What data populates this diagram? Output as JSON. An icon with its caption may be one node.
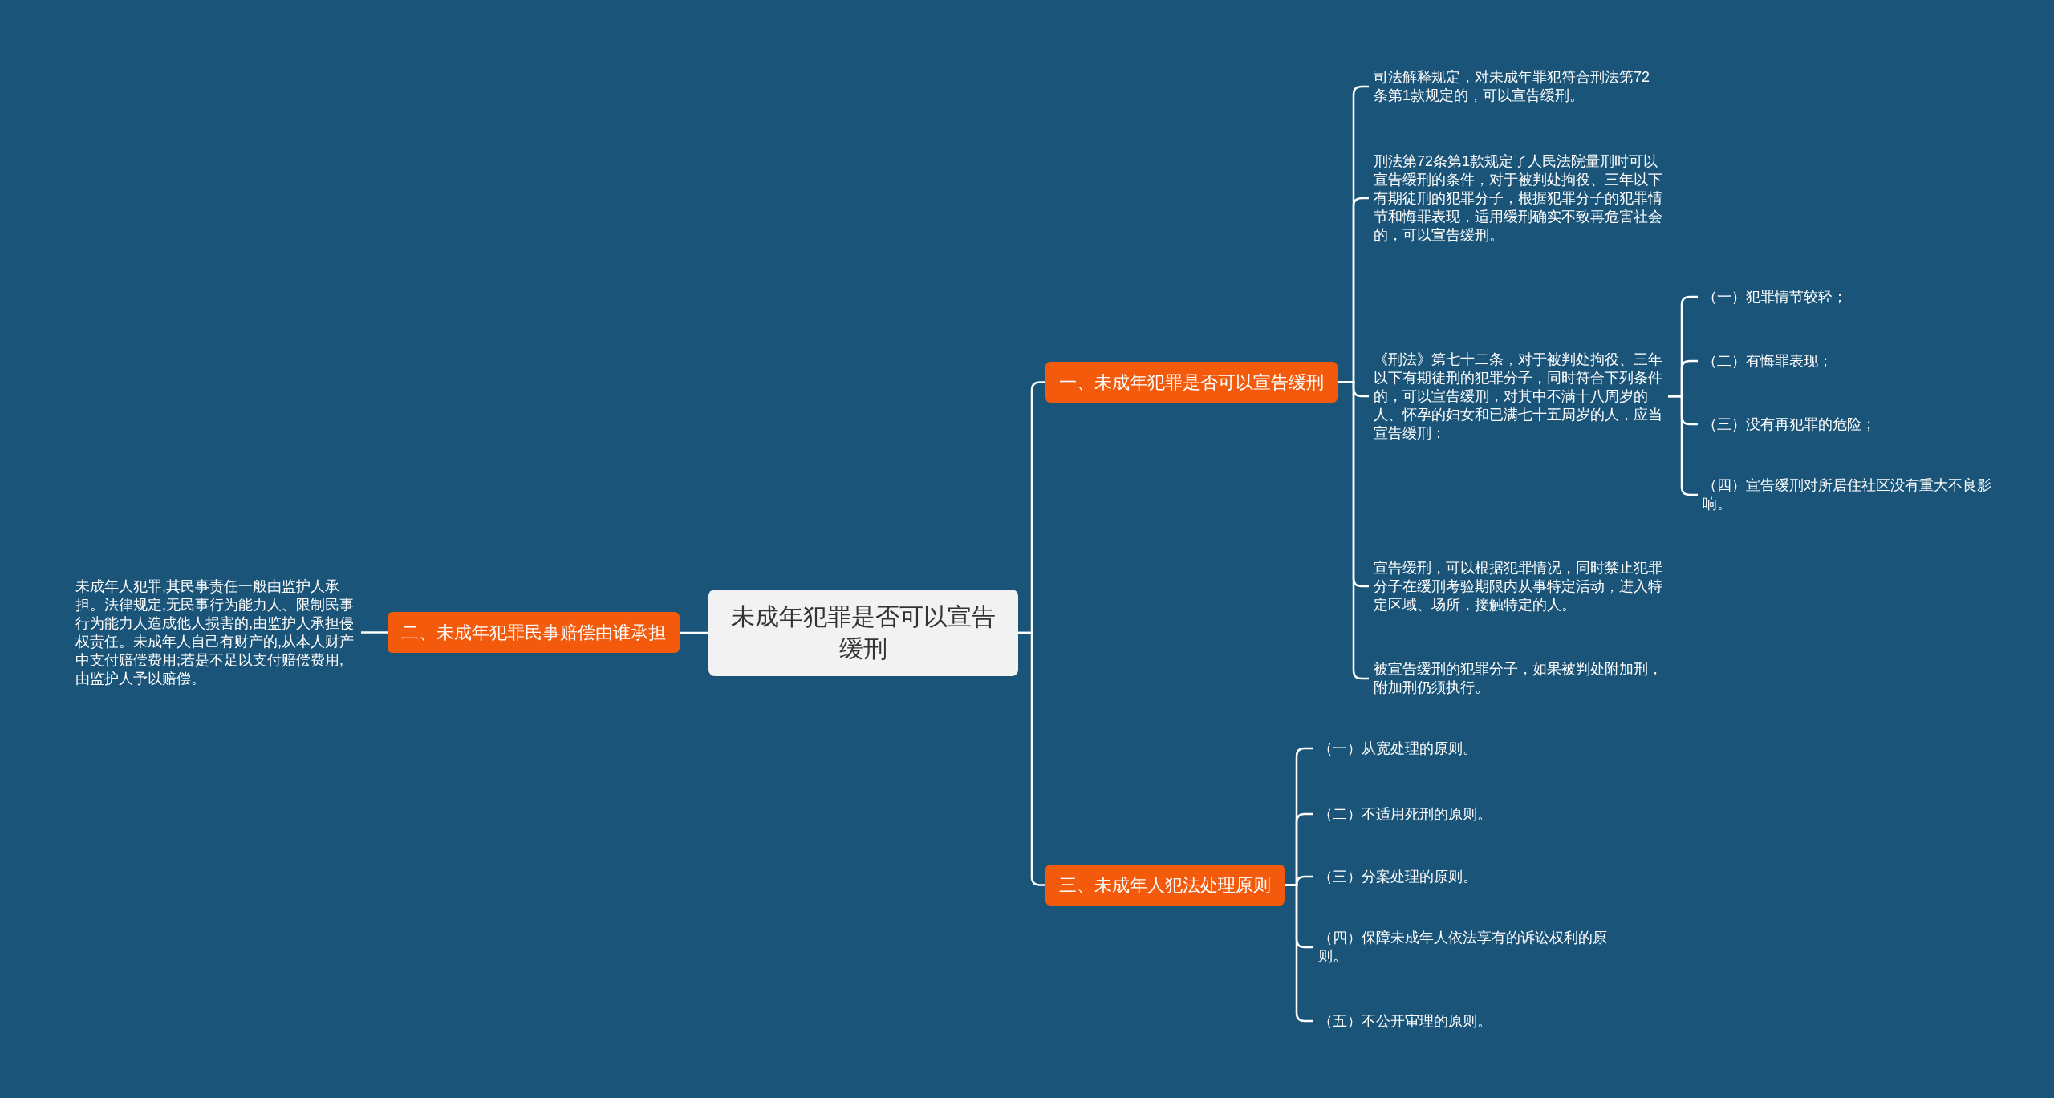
{
  "diagram": {
    "nodes": [
      {
        "text": [
          "未成年犯罪是否可以宣告缓刑"
        ]
      },
      {
        "text": [
          "一、未成年犯罪是否可以宣告缓刑"
        ]
      },
      {
        "text": [
          "司法解释规定，对未成年罪犯符合刑法第72条第1款规定的，可以宣告缓刑。"
        ]
      },
      {
        "text": [
          "刑法第72条第1款规定了人民法院量刑时可以宣告缓刑的条件，对于被判处拘役、三年以下有期徒刑的犯罪分子，根据犯罪分子的犯罪情节和悔罪表现，适用缓刑确实不致再危害社会的，可以宣告缓刑。"
        ]
      },
      {
        "text": [
          "《刑法》第七十二条，对于被判处拘役、三年以下有期徒刑的犯罪分子，同时符合下列条件的，可以宣告缓刑，对其中不满十八周岁的人、怀孕的妇女和已满七十五周岁的人，应当宣告缓刑："
        ]
      },
      {
        "text": [
          "（一）犯罪情节较轻；"
        ]
      },
      {
        "text": [
          "（二）有悔罪表现；"
        ]
      },
      {
        "text": [
          "（三）没有再犯罪的危险；"
        ]
      },
      {
        "text": [
          "（四）宣告缓刑对所居住社区没有重大不良影响。"
        ]
      },
      {
        "text": [
          "宣告缓刑，可以根据犯罪情况，同时禁止犯罪分子在缓刑考验期限内从事特定活动，进入特定区域、场所，接触特定的人。"
        ]
      },
      {
        "text": [
          "被宣告缓刑的犯罪分子，如果被判处附加刑，附加刑仍须执行。"
        ]
      },
      {
        "text": [
          "二、未成年犯罪民事赔偿由谁承担"
        ]
      },
      {
        "text": [
          "未成年人犯罪,其民事责任一般由监护人承担。法律规定,无民事行为能力人、限制民事行为能力人造成他人损害的,由监护人承担侵权责任。未成年人自己有财产的,从本人财产中支付赔偿费用;若是不足以支付赔偿费用,由监护人予以赔偿。"
        ]
      },
      {
        "text": [
          "三、未成年人犯法处理原则"
        ]
      },
      {
        "text": [
          "（一）从宽处理的原则。"
        ]
      },
      {
        "text": [
          "（二）不适用死刑的原则。"
        ]
      },
      {
        "text": [
          "（三）分案处理的原则。"
        ]
      },
      {
        "text": [
          "（四）保障未成年人依法享有的诉讼权利的原则。"
        ]
      },
      {
        "text": [
          "（五）不公开审理的原则。"
        ]
      }
    ],
    "edges": [
      {
        "from": 0,
        "to": 1,
        "arrow": "none"
      },
      {
        "from": 1,
        "to": 2,
        "arrow": "none"
      },
      {
        "from": 1,
        "to": 3,
        "arrow": "none"
      },
      {
        "from": 1,
        "to": 4,
        "arrow": "none"
      },
      {
        "from": 4,
        "to": 5,
        "arrow": "none"
      },
      {
        "from": 4,
        "to": 6,
        "arrow": "none"
      },
      {
        "from": 4,
        "to": 7,
        "arrow": "none"
      },
      {
        "from": 4,
        "to": 8,
        "arrow": "none"
      },
      {
        "from": 1,
        "to": 9,
        "arrow": "none"
      },
      {
        "from": 1,
        "to": 10,
        "arrow": "none"
      },
      {
        "from": 0,
        "to": 11,
        "arrow": "none"
      },
      {
        "from": 11,
        "to": 12,
        "arrow": "none"
      },
      {
        "from": 0,
        "to": 13,
        "arrow": "none"
      },
      {
        "from": 13,
        "to": 14,
        "arrow": "none"
      },
      {
        "from": 13,
        "to": 15,
        "arrow": "none"
      },
      {
        "from": 13,
        "to": 16,
        "arrow": "none"
      },
      {
        "from": 13,
        "to": 17,
        "arrow": "none"
      },
      {
        "from": 13,
        "to": 18,
        "arrow": "none"
      }
    ]
  }
}
